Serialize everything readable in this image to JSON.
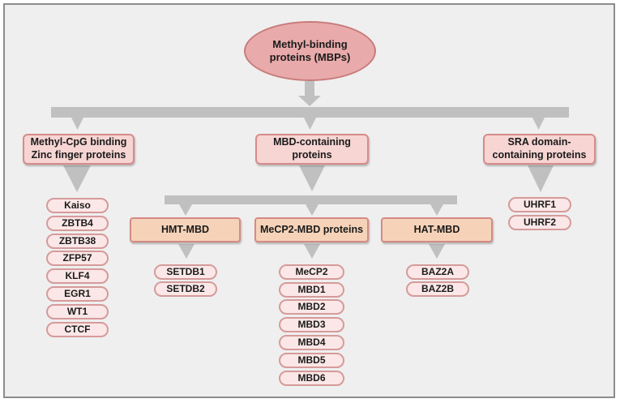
{
  "root": {
    "label": "Methyl-binding\nproteins (MBPs)"
  },
  "categories": {
    "zinc_finger": {
      "label": "Methyl-CpG  binding\nZinc finger proteins",
      "members": [
        "Kaiso",
        "ZBTB4",
        "ZBTB38",
        "ZFP57",
        "KLF4",
        "EGR1",
        "WT1",
        "CTCF"
      ]
    },
    "mbd": {
      "label": "MBD-containing\nproteins"
    },
    "sra": {
      "label": "SRA domain-\ncontaining proteins",
      "members": [
        "UHRF1",
        "UHRF2"
      ]
    }
  },
  "mbd_subgroups": {
    "hmt": {
      "label": "HMT-MBD",
      "members": [
        "SETDB1",
        "SETDB2"
      ]
    },
    "mecp2": {
      "label": "MeCP2-MBD proteins",
      "members": [
        "MeCP2",
        "MBD1",
        "MBD2",
        "MBD3",
        "MBD4",
        "MBD5",
        "MBD6"
      ]
    },
    "hat": {
      "label": "HAT-MBD",
      "members": [
        "BAZ2A",
        "BAZ2B"
      ]
    }
  },
  "colors": {
    "arrow": "#c0c0c0",
    "root_fill": "#e8aaaa",
    "category_fill": "#f6d5d3",
    "subgroup_fill": "#f6d3b8",
    "pill_fill": "#fbe7e7",
    "border": "#d78b8b"
  }
}
